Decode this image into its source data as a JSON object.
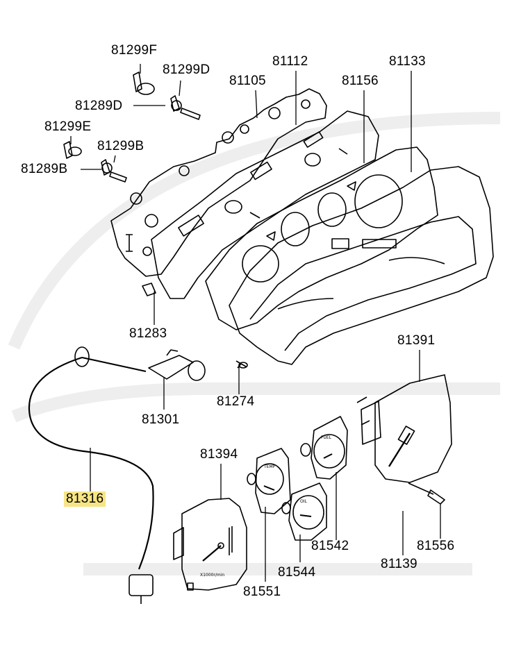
{
  "parts": {
    "p81299F": "81299F",
    "p81299D": "81299D",
    "p81289D": "81289D",
    "p81299E": "81299E",
    "p81299B": "81299B",
    "p81289B": "81289B",
    "p81105": "81105",
    "p81112": "81112",
    "p81156": "81156",
    "p81133": "81133",
    "p81283": "81283",
    "p81274": "81274",
    "p81301": "81301",
    "p81391": "81391",
    "p81394": "81394",
    "p81316": "81316",
    "p81542": "81542",
    "p81556": "81556",
    "p81544": "81544",
    "p81139": "81139",
    "p81551": "81551"
  },
  "highlighted_part": "81316",
  "highlight_color": "#f7e585",
  "gauge_text": {
    "temp": "TEMP",
    "fuel": "FUEL",
    "oil": "OIL",
    "tach_unit": "X1000r/min"
  }
}
